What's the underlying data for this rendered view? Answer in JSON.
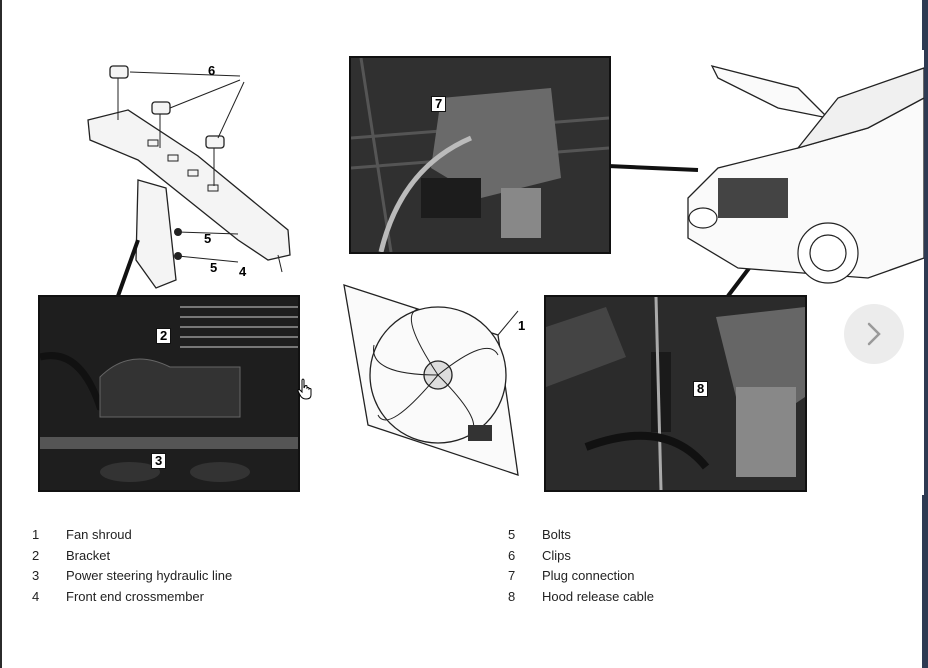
{
  "figure": {
    "callouts": {
      "c1": "1",
      "c2": "2",
      "c3": "3",
      "c4": "4",
      "c5a": "5",
      "c5b": "5",
      "c6": "6",
      "c7": "7",
      "c8": "8"
    }
  },
  "legend": {
    "left": [
      {
        "num": "1",
        "label": "Fan shroud"
      },
      {
        "num": "2",
        "label": "Bracket"
      },
      {
        "num": "3",
        "label": "Power steering hydraulic line"
      },
      {
        "num": "4",
        "label": "Front end crossmember"
      }
    ],
    "right": [
      {
        "num": "5",
        "label": "Bolts"
      },
      {
        "num": "6",
        "label": "Clips"
      },
      {
        "num": "7",
        "label": "Plug connection"
      },
      {
        "num": "8",
        "label": "Hood release cable"
      }
    ]
  },
  "controls": {
    "next_icon": "chevron-right-icon",
    "cursor_icon": "hand-pointer-icon"
  }
}
